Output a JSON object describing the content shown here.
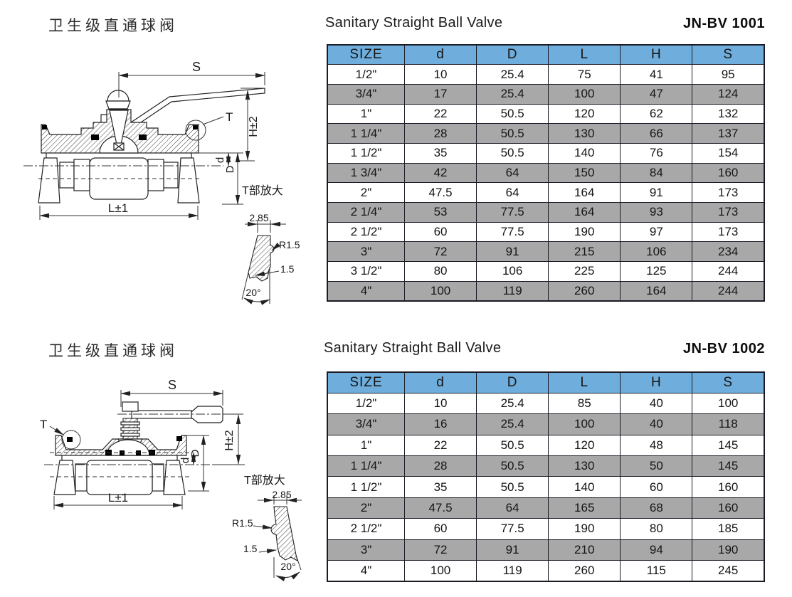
{
  "colors": {
    "table_header_bg": "#6FAEDC",
    "table_alt_row_bg": "#A8A8A8",
    "table_border": "#1b1b26",
    "drawing_line": "#222222",
    "page_bg": "#ffffff"
  },
  "sections": [
    {
      "title_cn": "卫生级直通球阀",
      "title_en": "Sanitary Straight Ball Valve",
      "model": "JN-BV 1001",
      "drawing": {
        "dim_s": "S",
        "dim_t": "T",
        "dim_h": "H±2",
        "dim_d_inner": "d",
        "dim_d_outer": "D",
        "dim_l": "L±1",
        "detail": {
          "label": "T部放大",
          "top_width": "2.85",
          "radius": "R1.5",
          "step": "1.5",
          "angle": "20°"
        }
      },
      "table": {
        "headers": [
          "SIZE",
          "d",
          "D",
          "L",
          "H",
          "S"
        ],
        "rows": [
          [
            "1/2\"",
            "10",
            "25.4",
            "75",
            "41",
            "95"
          ],
          [
            "3/4\"",
            "17",
            "25.4",
            "100",
            "47",
            "124"
          ],
          [
            "1\"",
            "22",
            "50.5",
            "120",
            "62",
            "132"
          ],
          [
            "1 1/4\"",
            "28",
            "50.5",
            "130",
            "66",
            "137"
          ],
          [
            "1 1/2\"",
            "35",
            "50.5",
            "140",
            "76",
            "154"
          ],
          [
            "1 3/4\"",
            "42",
            "64",
            "150",
            "84",
            "160"
          ],
          [
            "2\"",
            "47.5",
            "64",
            "164",
            "91",
            "173"
          ],
          [
            "2 1/4\"",
            "53",
            "77.5",
            "164",
            "93",
            "173"
          ],
          [
            "2 1/2\"",
            "60",
            "77.5",
            "190",
            "97",
            "173"
          ],
          [
            "3\"",
            "72",
            "91",
            "215",
            "106",
            "234"
          ],
          [
            "3 1/2\"",
            "80",
            "106",
            "225",
            "125",
            "244"
          ],
          [
            "4\"",
            "100",
            "119",
            "260",
            "164",
            "244"
          ]
        ]
      }
    },
    {
      "title_cn": "卫生级直通球阀",
      "title_en": "Sanitary Straight Ball Valve",
      "model": "JN-BV 1002",
      "drawing": {
        "dim_s": "S",
        "dim_t": "T",
        "dim_h": "H±2",
        "dim_d_inner": "d",
        "dim_d_outer": "D",
        "dim_l": "L±1",
        "detail": {
          "label": "T部放大",
          "top_width": "2.85",
          "radius": "R1.5",
          "step": "1.5",
          "angle": "20°"
        }
      },
      "table": {
        "headers": [
          "SIZE",
          "d",
          "D",
          "L",
          "H",
          "S"
        ],
        "rows": [
          [
            "1/2\"",
            "10",
            "25.4",
            "85",
            "40",
            "100"
          ],
          [
            "3/4\"",
            "16",
            "25.4",
            "100",
            "40",
            "118"
          ],
          [
            "1\"",
            "22",
            "50.5",
            "120",
            "48",
            "145"
          ],
          [
            "1 1/4\"",
            "28",
            "50.5",
            "130",
            "50",
            "145"
          ],
          [
            "1 1/2\"",
            "35",
            "50.5",
            "140",
            "60",
            "160"
          ],
          [
            "2\"",
            "47.5",
            "64",
            "165",
            "68",
            "160"
          ],
          [
            "2 1/2\"",
            "60",
            "77.5",
            "190",
            "80",
            "185"
          ],
          [
            "3\"",
            "72",
            "91",
            "210",
            "94",
            "190"
          ],
          [
            "4\"",
            "100",
            "119",
            "260",
            "115",
            "245"
          ]
        ]
      }
    }
  ]
}
